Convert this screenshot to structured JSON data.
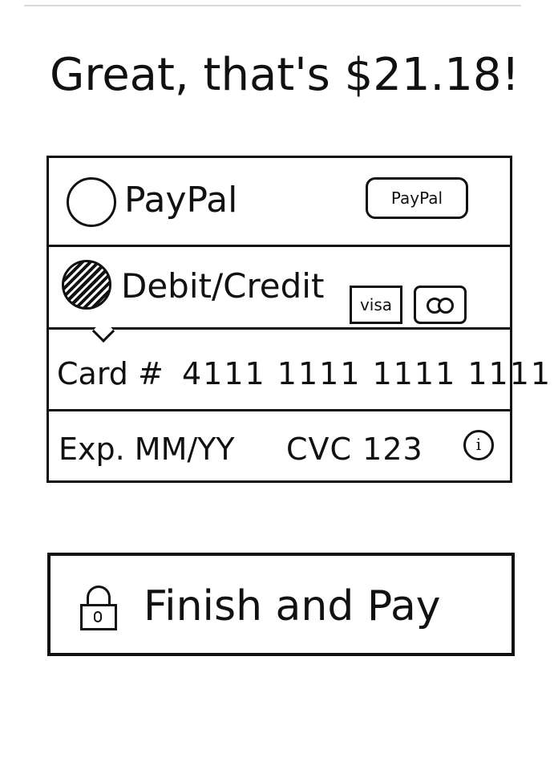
{
  "header": {
    "title": "Great, that's $21.18!"
  },
  "payment_methods": {
    "paypal": {
      "label": "PayPal",
      "badge": "PayPal",
      "selected": false
    },
    "card": {
      "label": "Debit/Credit",
      "visa_badge": "visa",
      "selected": true
    }
  },
  "card_form": {
    "card_label": "Card #",
    "card_number": "4111 1111 1111 1111",
    "exp_label": "Exp. MM/YY",
    "cvc_label": "CVC 123"
  },
  "actions": {
    "finish_label": "Finish and Pay"
  },
  "icons": {
    "info": "info-icon",
    "lock": "lock-icon",
    "mastercard": "mastercard-icon"
  }
}
